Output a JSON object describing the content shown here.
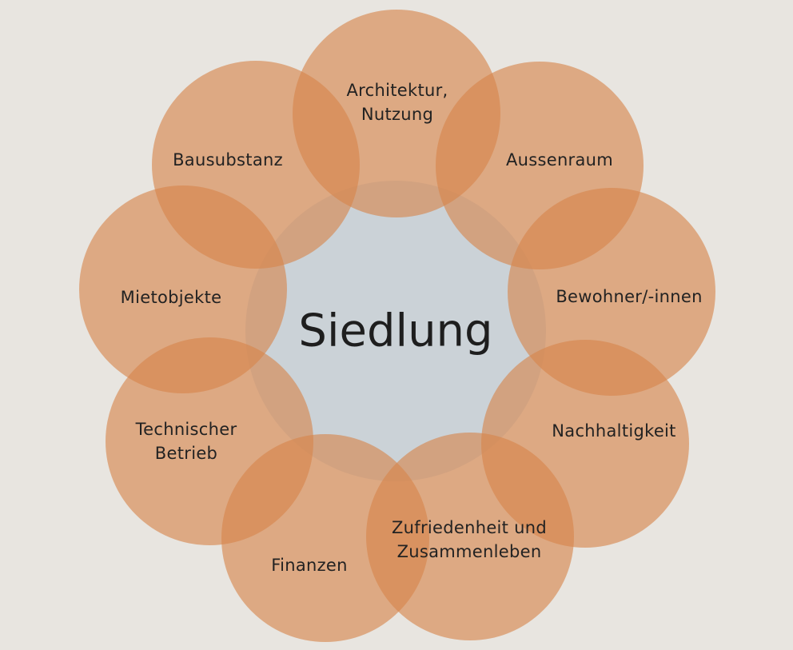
{
  "center": {
    "label": "Siedlung",
    "color": "#cbd2d7"
  },
  "petal_color": "#d6844a",
  "petals": [
    {
      "name": "architektur",
      "lines": [
        "Architektur,",
        "Nutzung"
      ]
    },
    {
      "name": "aussenraum",
      "lines": [
        "Aussenraum"
      ]
    },
    {
      "name": "bewohner",
      "lines": [
        "Bewohner/-innen"
      ]
    },
    {
      "name": "nachhaltigkeit",
      "lines": [
        "Nachhaltigkeit"
      ]
    },
    {
      "name": "zufriedenheit",
      "lines": [
        "Zufriedenheit und",
        "Zusammenleben"
      ]
    },
    {
      "name": "finanzen",
      "lines": [
        "Finanzen"
      ]
    },
    {
      "name": "technischer-betrieb",
      "lines": [
        "Technischer",
        "Betrieb"
      ]
    },
    {
      "name": "mietobjekte",
      "lines": [
        "Mietobjekte"
      ]
    },
    {
      "name": "bausubstanz",
      "lines": [
        "Bausubstanz"
      ]
    }
  ]
}
